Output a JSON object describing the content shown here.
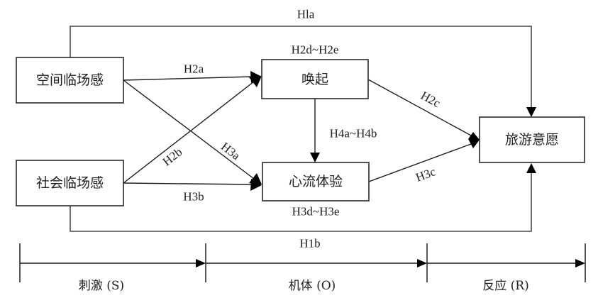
{
  "diagram": {
    "type": "S-O-R research model",
    "nodes": {
      "spatial_presence": "空间临场感",
      "social_presence": "社会临场感",
      "arousal": "唤起",
      "flow_experience": "心流体验",
      "travel_intention": "旅游意愿"
    },
    "hypotheses": {
      "h1a": "Hla",
      "h1b": "H1b",
      "h2a": "H2a",
      "h2b": "H2b",
      "h2c": "H2c",
      "h2d_h2e": "H2d~H2e",
      "h3a": "H3a",
      "h3b": "H3b",
      "h3c": "H3c",
      "h3d_h3e": "H3d~H3e",
      "h4a_h4b": "H4a~H4b"
    },
    "edges": [
      {
        "from": "spatial_presence",
        "to": "travel_intention",
        "label": "h1a"
      },
      {
        "from": "social_presence",
        "to": "travel_intention",
        "label": "h1b"
      },
      {
        "from": "spatial_presence",
        "to": "arousal",
        "label": "h2a"
      },
      {
        "from": "social_presence",
        "to": "arousal",
        "label": "h2b"
      },
      {
        "from": "arousal",
        "to": "travel_intention",
        "label": "h2c"
      },
      {
        "from": "spatial_presence",
        "to": "flow_experience",
        "label": "h3a"
      },
      {
        "from": "social_presence",
        "to": "flow_experience",
        "label": "h3b"
      },
      {
        "from": "flow_experience",
        "to": "travel_intention",
        "label": "h3c"
      },
      {
        "from": "arousal",
        "to": "flow_experience",
        "label": "h4a_h4b"
      }
    ],
    "stages": {
      "stimulus": "刺激 (S)",
      "organism": "机体 (O)",
      "response": "反应 (R)"
    }
  }
}
